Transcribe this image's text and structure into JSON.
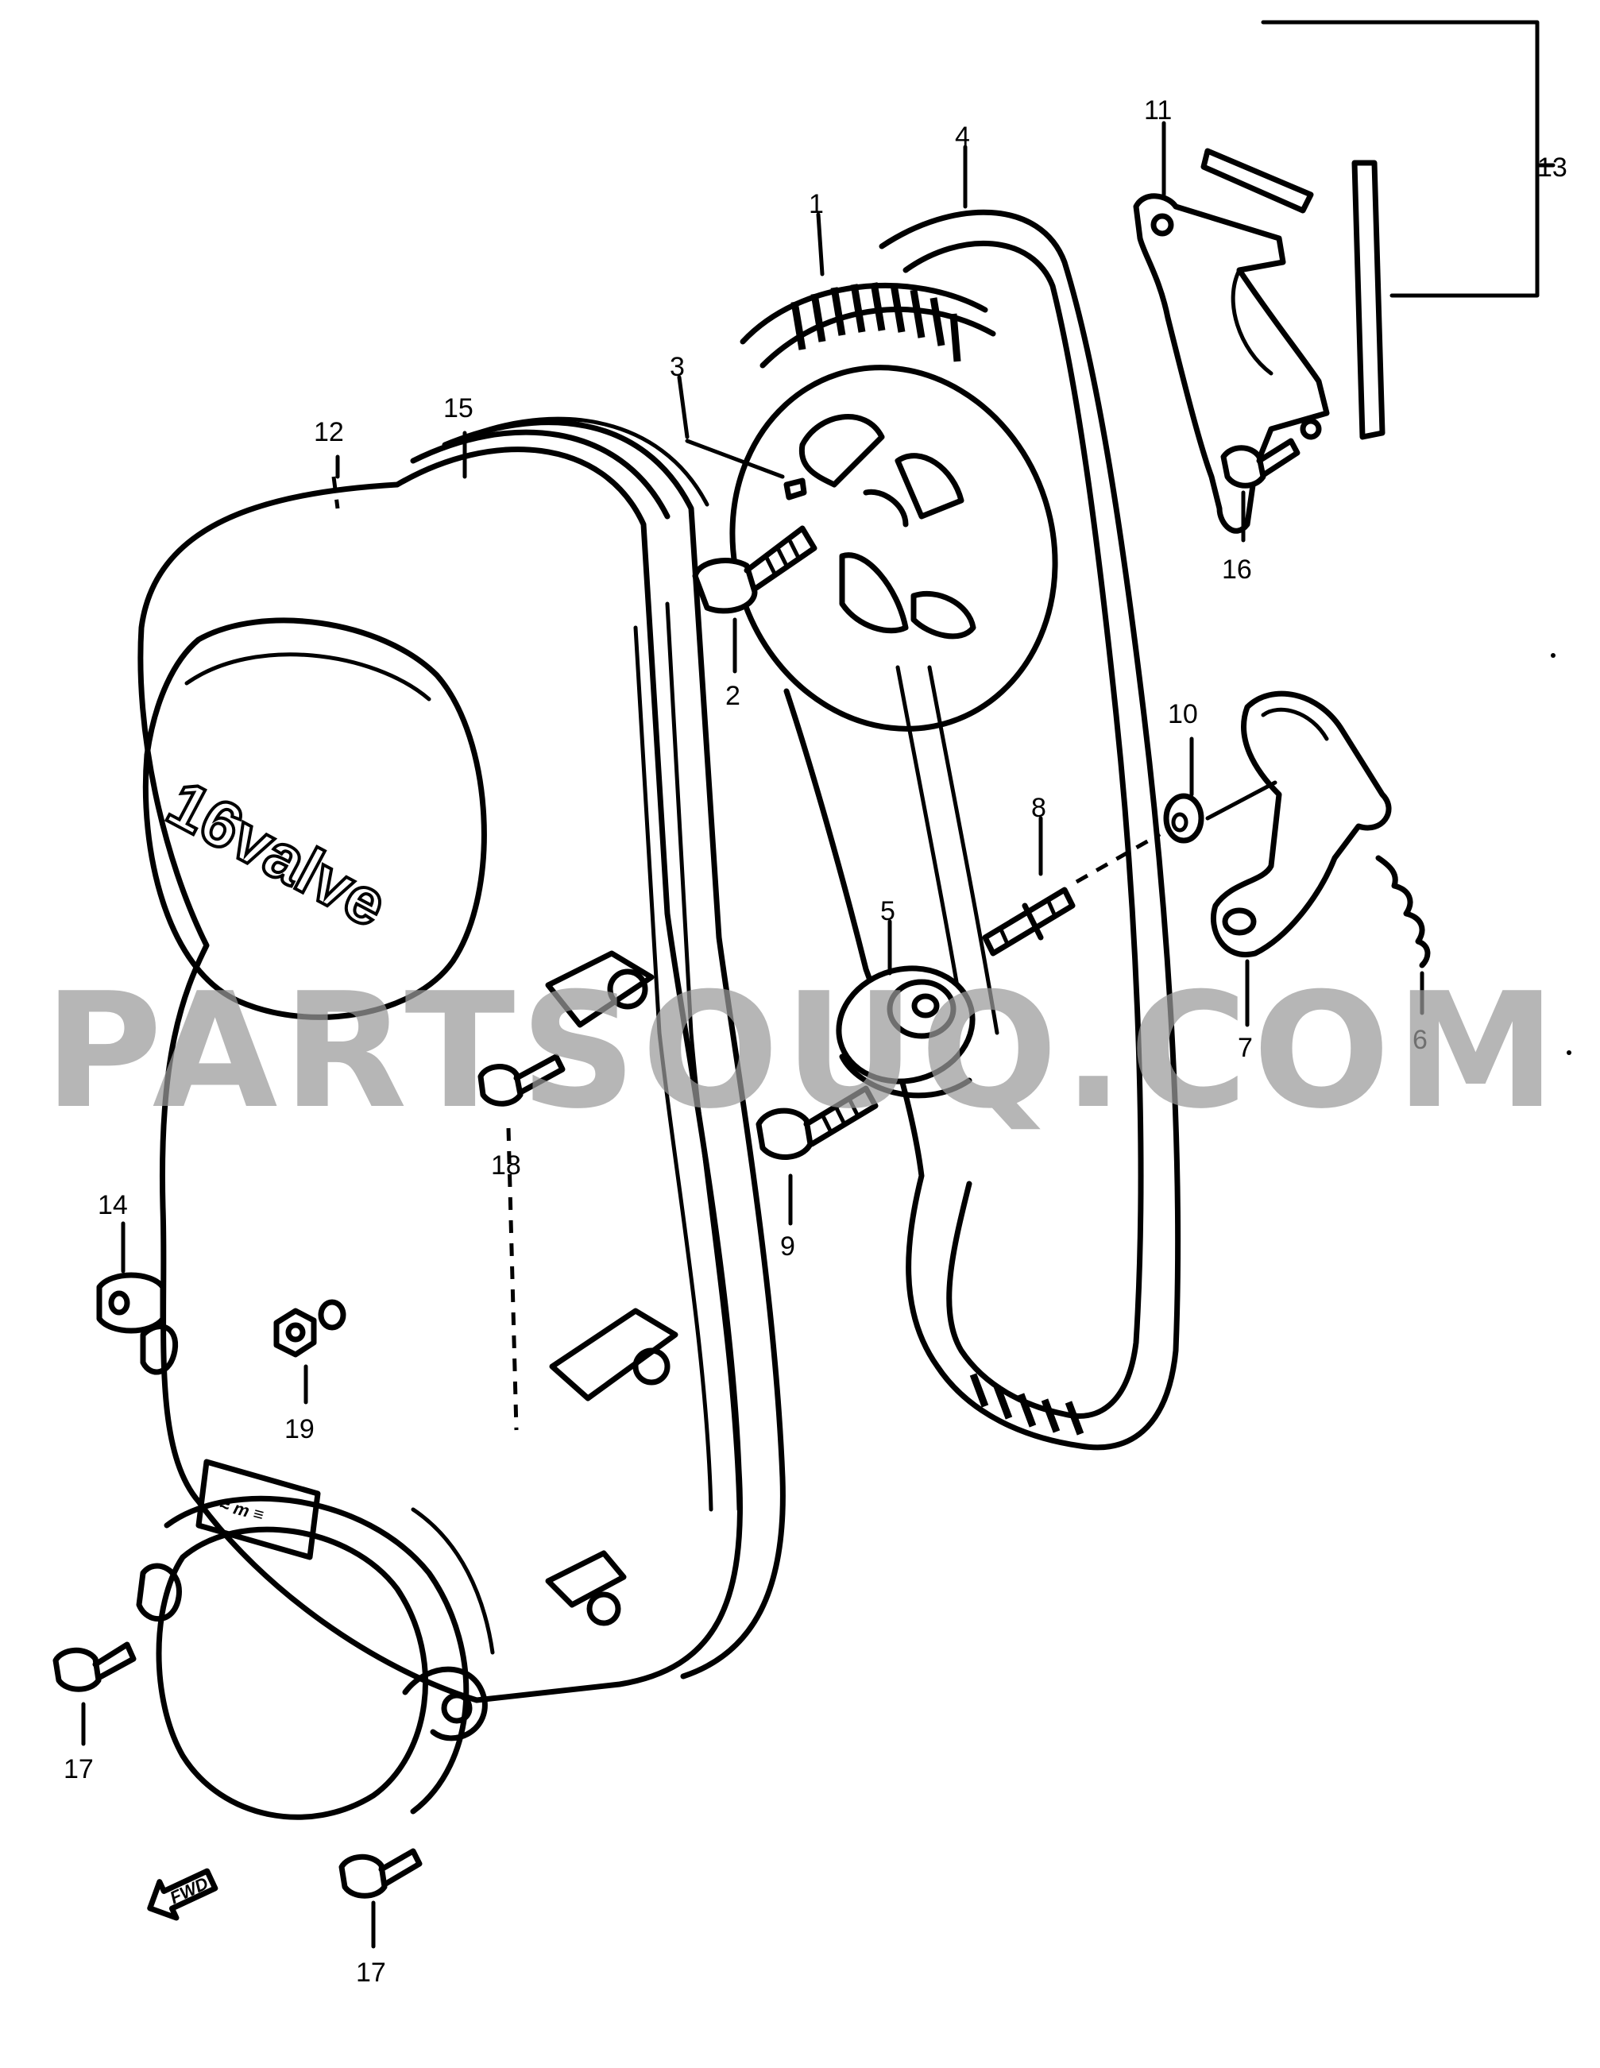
{
  "callouts": [
    {
      "id": "1",
      "label": "1"
    },
    {
      "id": "2",
      "label": "2"
    },
    {
      "id": "3",
      "label": "3"
    },
    {
      "id": "4",
      "label": "4"
    },
    {
      "id": "5",
      "label": "5"
    },
    {
      "id": "6",
      "label": "6"
    },
    {
      "id": "7",
      "label": "7"
    },
    {
      "id": "8",
      "label": "8"
    },
    {
      "id": "9",
      "label": "9"
    },
    {
      "id": "10",
      "label": "10"
    },
    {
      "id": "11",
      "label": "11"
    },
    {
      "id": "12",
      "label": "12"
    },
    {
      "id": "13",
      "label": "13"
    },
    {
      "id": "14",
      "label": "14"
    },
    {
      "id": "15",
      "label": "15"
    },
    {
      "id": "16",
      "label": "16"
    },
    {
      "id": "17a",
      "label": "17"
    },
    {
      "id": "17b",
      "label": "17"
    },
    {
      "id": "18",
      "label": "18"
    },
    {
      "id": "19",
      "label": "19"
    }
  ],
  "direction_marker": "FWD",
  "cover_logo": "16valve",
  "watermark": "PARTSOUQ.COM"
}
